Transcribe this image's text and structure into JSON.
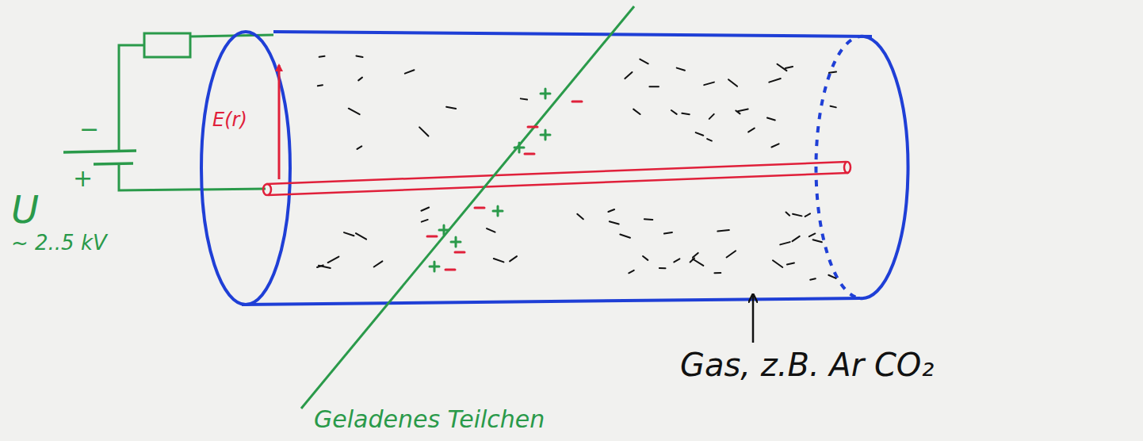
{
  "diagram": {
    "labels": [
      "U",
      "−",
      "+",
      "~ 2..5 kV",
      "E(r)",
      "Gas, z.B. Ar CO₂",
      "Geladenes Teilchen"
    ]
  }
}
